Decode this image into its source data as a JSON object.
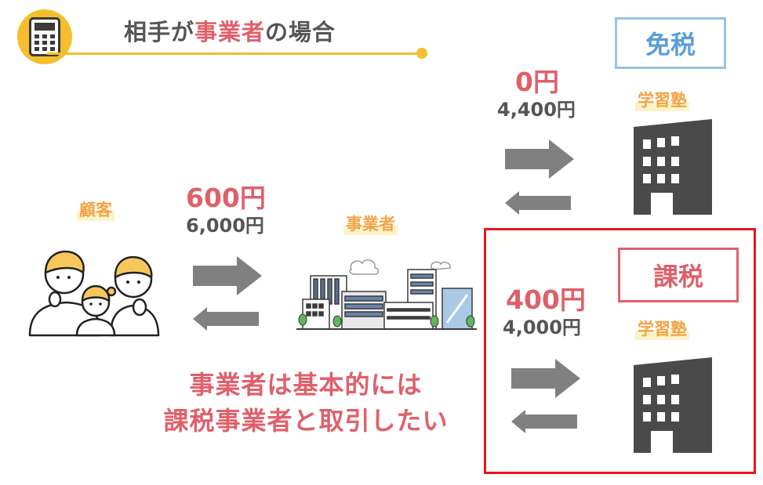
{
  "header": {
    "title_prefix": "相手が",
    "title_accent": "事業者",
    "title_suffix": "の場合"
  },
  "customer": {
    "label": "顧客"
  },
  "business": {
    "label": "事業者"
  },
  "customer_transaction": {
    "tax_amount": "600円",
    "price": "6,000円"
  },
  "tax_exempt_school": {
    "status": "免税",
    "label": "学習塾",
    "tax_amount": "0円",
    "price": "4,400円"
  },
  "taxable_school": {
    "status": "課税",
    "label": "学習塾",
    "tax_amount": "400円",
    "price": "4,000円"
  },
  "message": {
    "line1": "事業者は基本的には",
    "line2": "課税事業者と取引したい"
  },
  "colors": {
    "accent_red": "#E0606A",
    "frame_red": "#E8151A",
    "yellow": "#F4BE2E",
    "label_orange": "#F0A446",
    "free_blue": "#5B9ED6",
    "text_gray": "#555555",
    "arrow_gray": "#808080",
    "building": "#4A4A4A"
  }
}
